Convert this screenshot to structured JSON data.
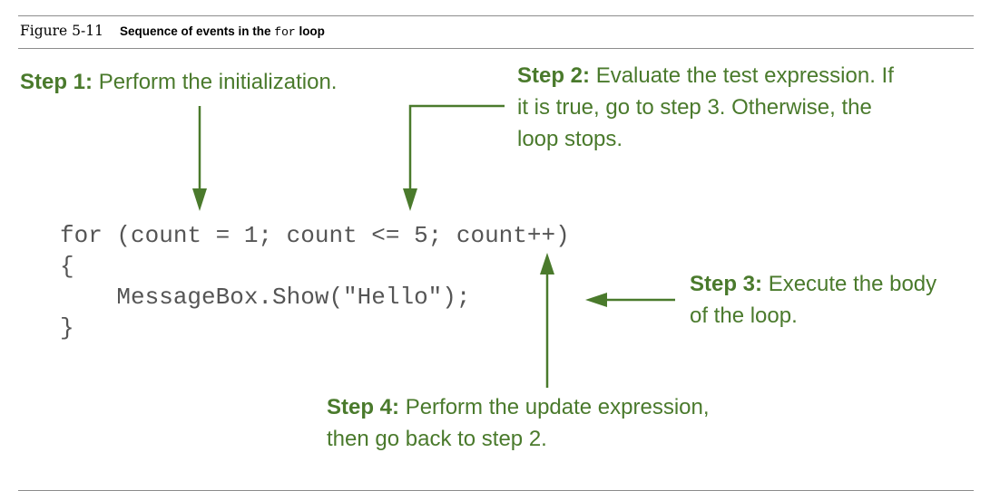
{
  "caption": {
    "number": "Figure 5-11",
    "title_before": "Sequence of events in the",
    "title_code": "for",
    "title_after": "loop"
  },
  "steps": {
    "step1": {
      "label": "Step 1:",
      "text": "Perform the initialization."
    },
    "step2": {
      "label": "Step 2:",
      "line1": "Evaluate the test expression. If",
      "line2": "it is true, go to step 3. Otherwise, the",
      "line3": "loop stops."
    },
    "step3": {
      "label": "Step 3:",
      "line1": "Execute the body",
      "line2": "of the loop."
    },
    "step4": {
      "label": "Step 4:",
      "line1": "Perform the update expression,",
      "line2": "then go back to step 2."
    }
  },
  "code": {
    "line1": "for (count = 1; count <= 5; count++)",
    "line2": "{",
    "line3": "    MessageBox.Show(\"Hello\");",
    "line4": "}"
  },
  "colors": {
    "accent": "#4a7a2c",
    "code": "#555555",
    "rule": "#8c8c8c"
  }
}
